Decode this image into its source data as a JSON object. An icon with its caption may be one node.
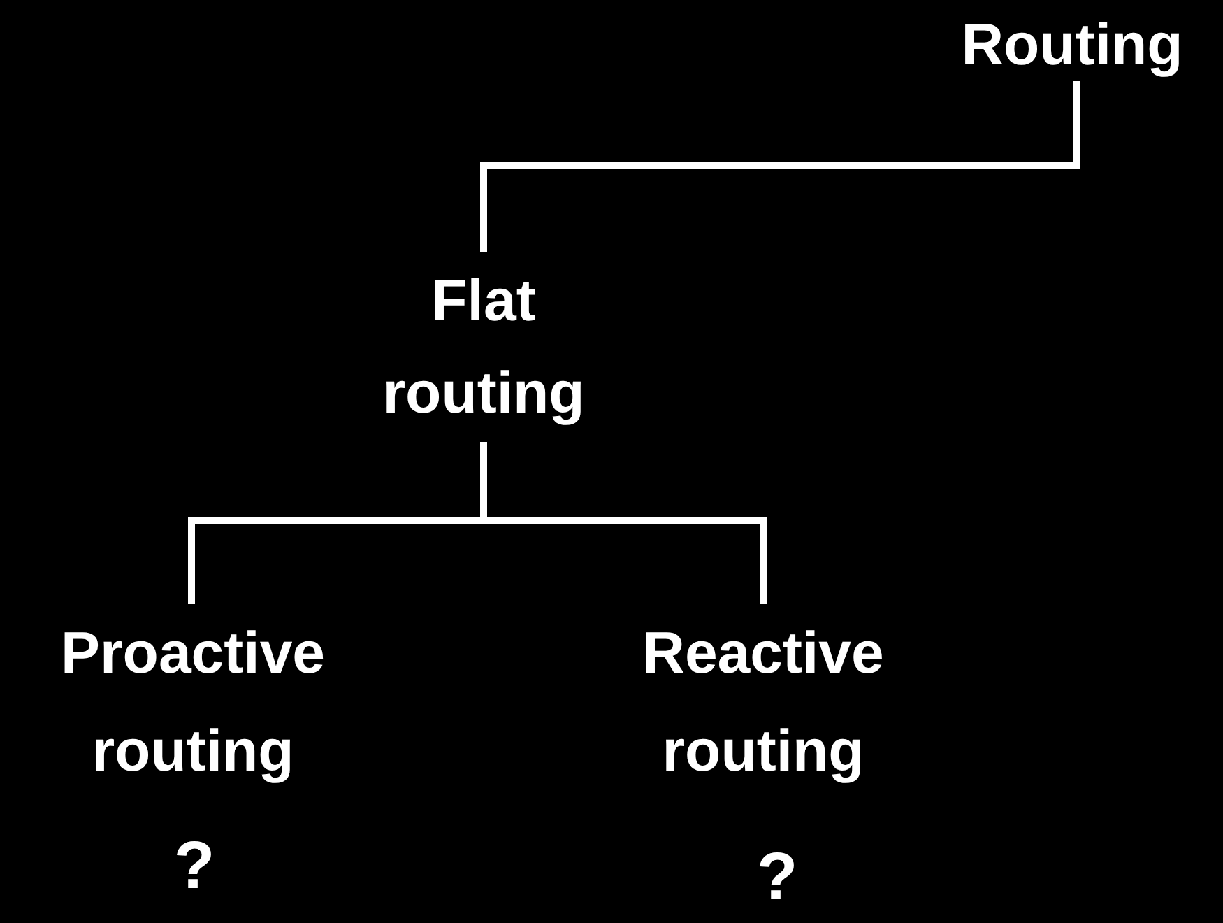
{
  "diagram": {
    "nodes": [
      {
        "text": [
          "Routing"
        ]
      },
      {
        "text": [
          "Flat routing"
        ]
      },
      {
        "text": [
          "Proactive routing"
        ],
        "beside": [
          "?"
        ]
      },
      {
        "text": [
          "Reactive routing"
        ],
        "beside": [
          "?"
        ]
      }
    ],
    "edges": [
      {
        "from": 0,
        "to": 1,
        "arrow": "none"
      },
      {
        "from": 1,
        "to": 2,
        "arrow": "none"
      },
      {
        "from": 1,
        "to": 3,
        "arrow": "none"
      }
    ]
  }
}
